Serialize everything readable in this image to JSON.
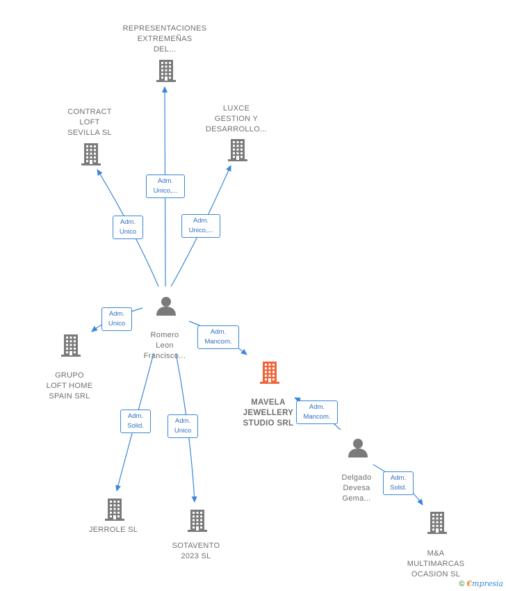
{
  "nodes": [
    {
      "id": "representaciones",
      "kind": "company",
      "label_lines": [
        "REPRESENTACIONES",
        "EXTREMEÑAS",
        "DEL..."
      ]
    },
    {
      "id": "contract",
      "kind": "company",
      "label_lines": [
        "CONTRACT",
        "LOFT",
        "SEVILLA  SL"
      ]
    },
    {
      "id": "luxce",
      "kind": "company",
      "label_lines": [
        "LUXCE",
        "GESTION Y",
        "DESARROLLO..."
      ]
    },
    {
      "id": "romero",
      "kind": "person",
      "label_lines": [
        "Romero",
        "Leon",
        "Francisco..."
      ]
    },
    {
      "id": "grupo",
      "kind": "company",
      "label_lines": [
        "GRUPO",
        "LOFT HOME",
        "SPAIN SRL"
      ]
    },
    {
      "id": "mavela",
      "kind": "company-focus",
      "label_lines": [
        "MAVELA",
        "JEWELLERY",
        "STUDIO SRL"
      ]
    },
    {
      "id": "delgado",
      "kind": "person",
      "label_lines": [
        "Delgado",
        "Devesa",
        "Gema..."
      ]
    },
    {
      "id": "jerrole",
      "kind": "company",
      "label_lines": [
        "JERROLE SL"
      ]
    },
    {
      "id": "sotavento",
      "kind": "company",
      "label_lines": [
        "SOTAVENTO",
        "2023  SL"
      ]
    },
    {
      "id": "mya",
      "kind": "company",
      "label_lines": [
        "M&A",
        "MULTIMARCAS",
        "OCASION  SL"
      ]
    }
  ],
  "edges": [
    {
      "id": "e1",
      "from": "romero",
      "to": "representaciones",
      "label_lines": [
        "Adm.",
        "Unico,..."
      ]
    },
    {
      "id": "e2",
      "from": "romero",
      "to": "contract",
      "label_lines": [
        "Adm.",
        "Unico"
      ]
    },
    {
      "id": "e3",
      "from": "romero",
      "to": "luxce",
      "label_lines": [
        "Adm.",
        "Unico,..."
      ]
    },
    {
      "id": "e4",
      "from": "romero",
      "to": "grupo",
      "label_lines": [
        "Adm.",
        "Unico"
      ]
    },
    {
      "id": "e5",
      "from": "romero",
      "to": "mavela",
      "label_lines": [
        "Adm.",
        "Mancom."
      ]
    },
    {
      "id": "e6",
      "from": "romero",
      "to": "jerrole",
      "label_lines": [
        "Adm.",
        "Solid."
      ]
    },
    {
      "id": "e7",
      "from": "romero",
      "to": "sotavento",
      "label_lines": [
        "Adm.",
        "Unico"
      ]
    },
    {
      "id": "e8",
      "from": "delgado",
      "to": "mavela",
      "label_lines": [
        "Adm.",
        "Mancom."
      ]
    },
    {
      "id": "e9",
      "from": "delgado",
      "to": "mya",
      "label_lines": [
        "Adm.",
        "Solid."
      ]
    }
  ],
  "colors": {
    "edge": "#3a86d8",
    "icon": "#7a7a7a",
    "focus_icon": "#f0643a",
    "label_text": "#6f6f6f"
  },
  "brand": {
    "copyright": "©",
    "e": "€",
    "rest": "mpresia"
  }
}
